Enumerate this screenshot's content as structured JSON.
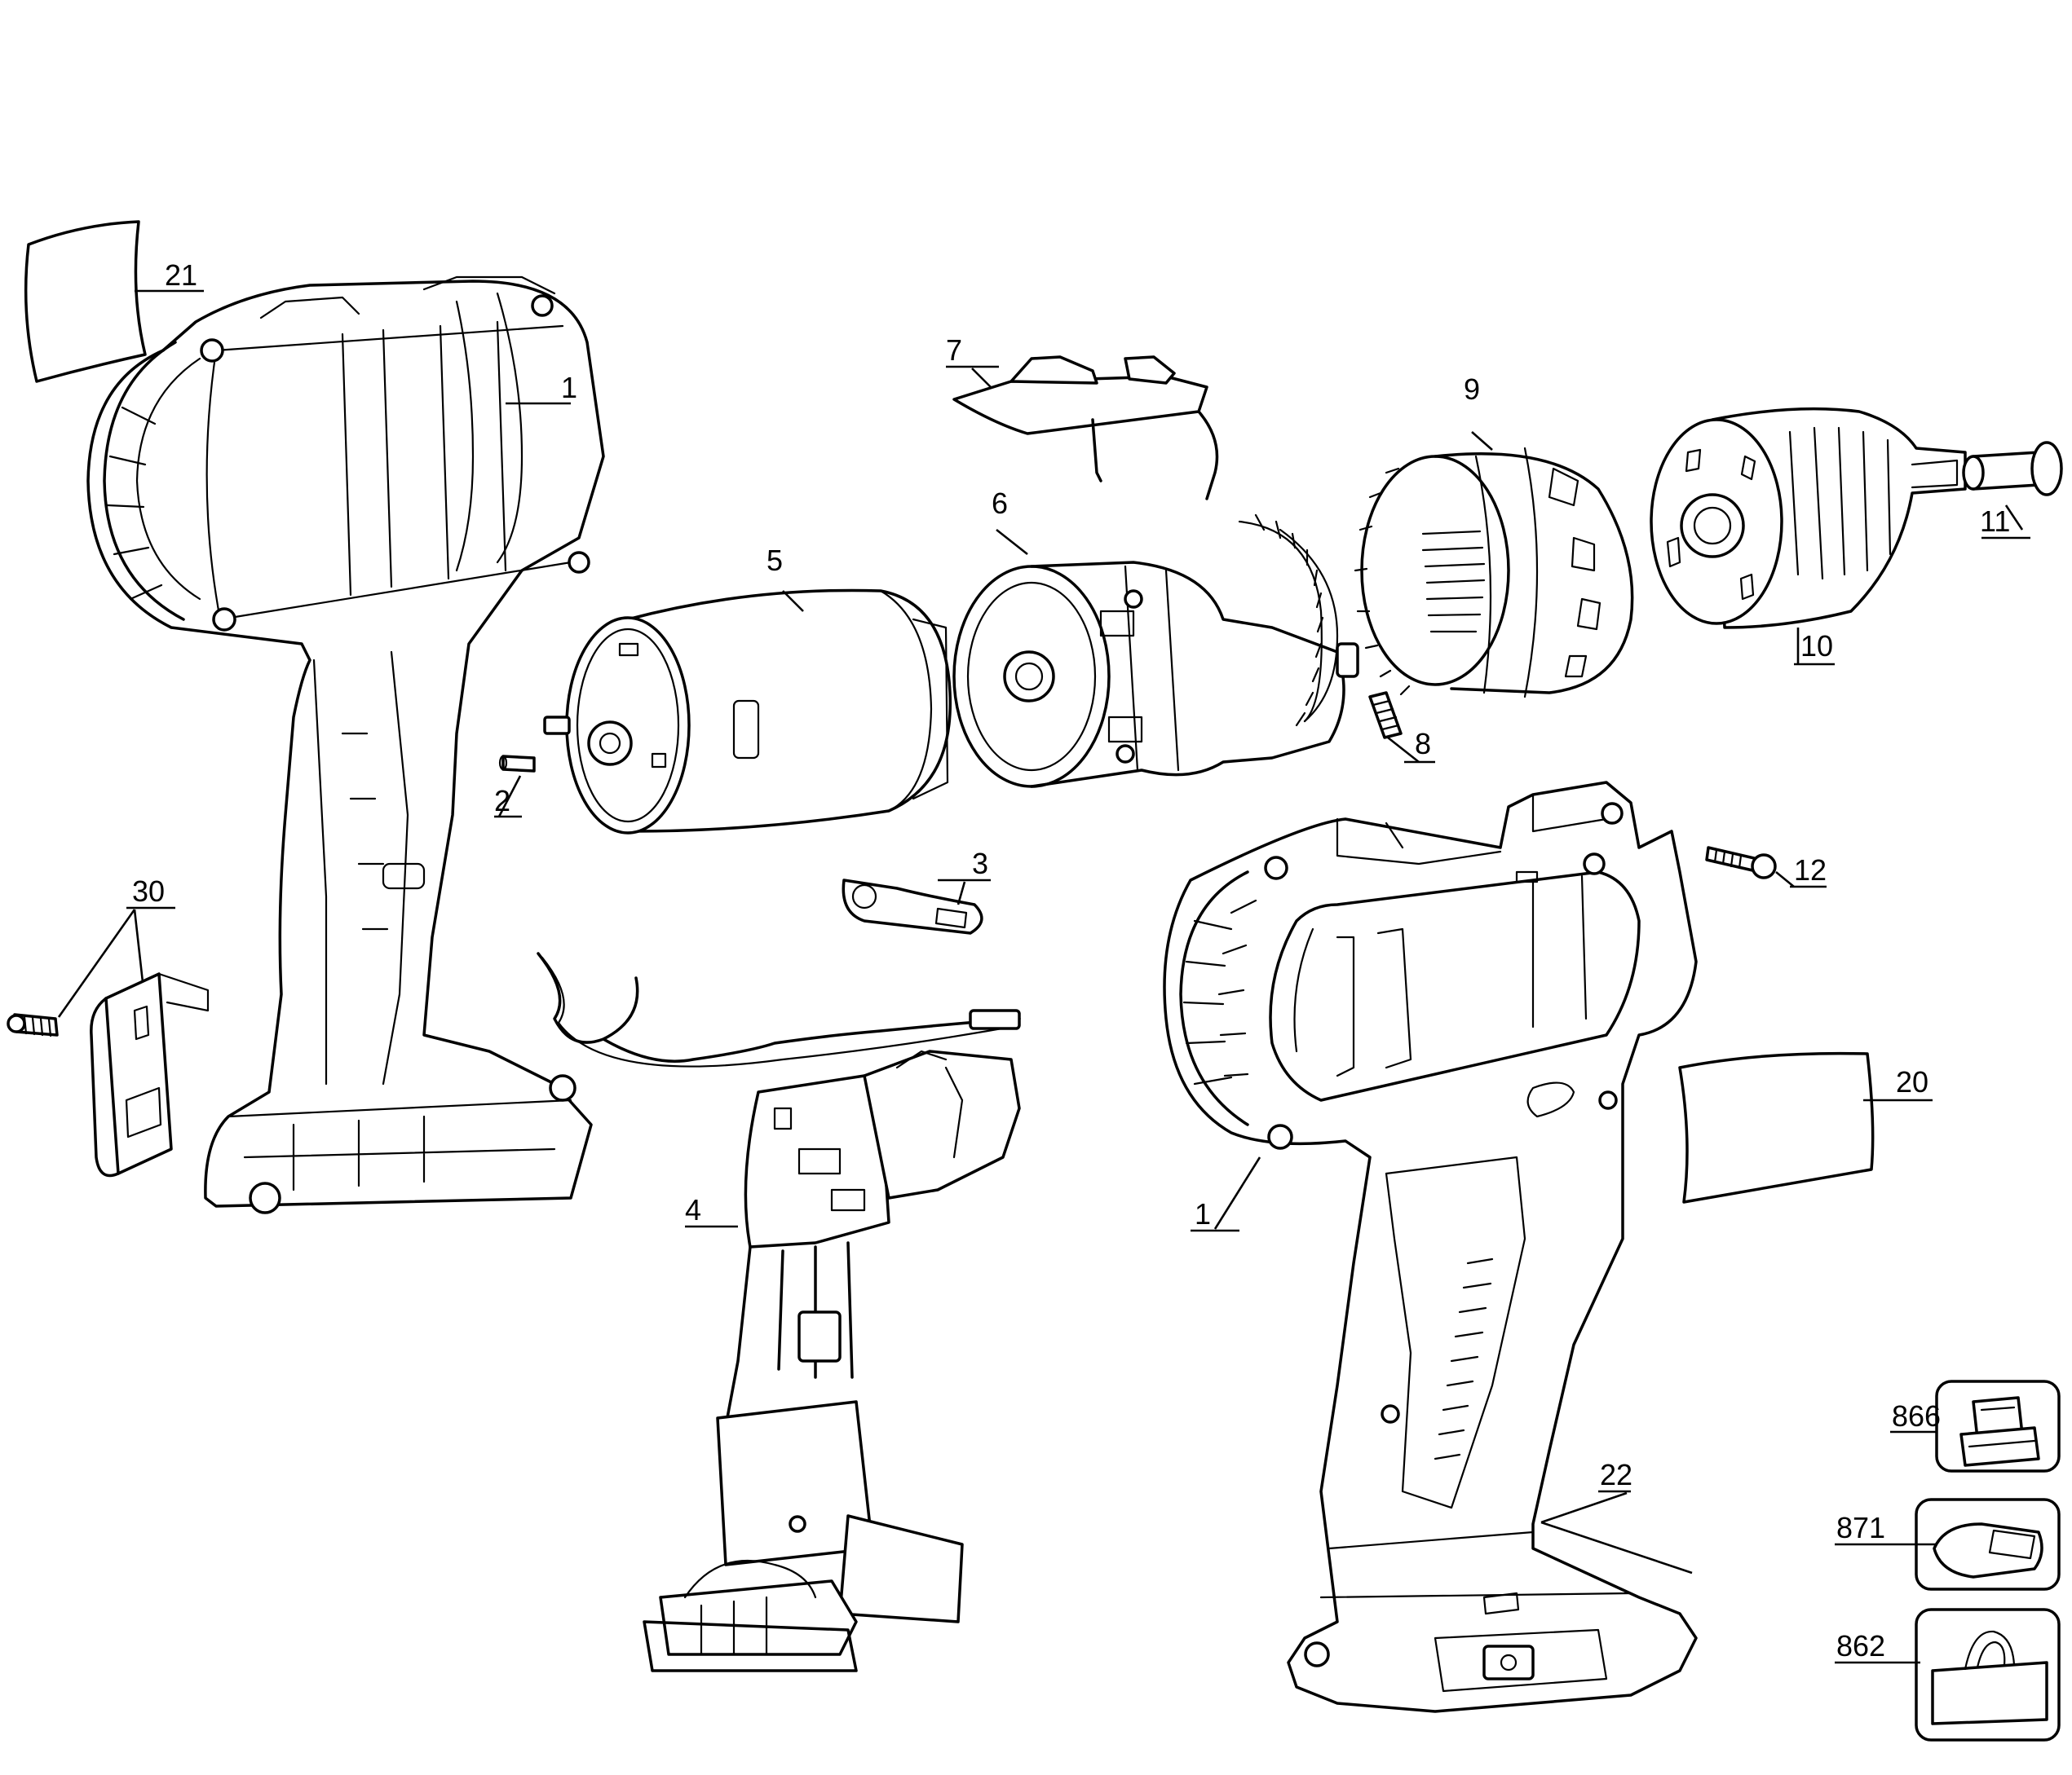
{
  "diagram": {
    "kind": "exploded-parts-view",
    "ink_color": "#000000",
    "background": "#ffffff",
    "part_labels": {
      "p1a": "1",
      "p1b": "1",
      "p2": "2",
      "p3": "3",
      "p4": "4",
      "p5": "5",
      "p6": "6",
      "p7": "7",
      "p8": "8",
      "p9": "9",
      "p10": "10",
      "p11": "11",
      "p12": "12",
      "p20": "20",
      "p21": "21",
      "p22": "22",
      "p30": "30",
      "p862": "862",
      "p866": "866",
      "p871": "871"
    }
  }
}
